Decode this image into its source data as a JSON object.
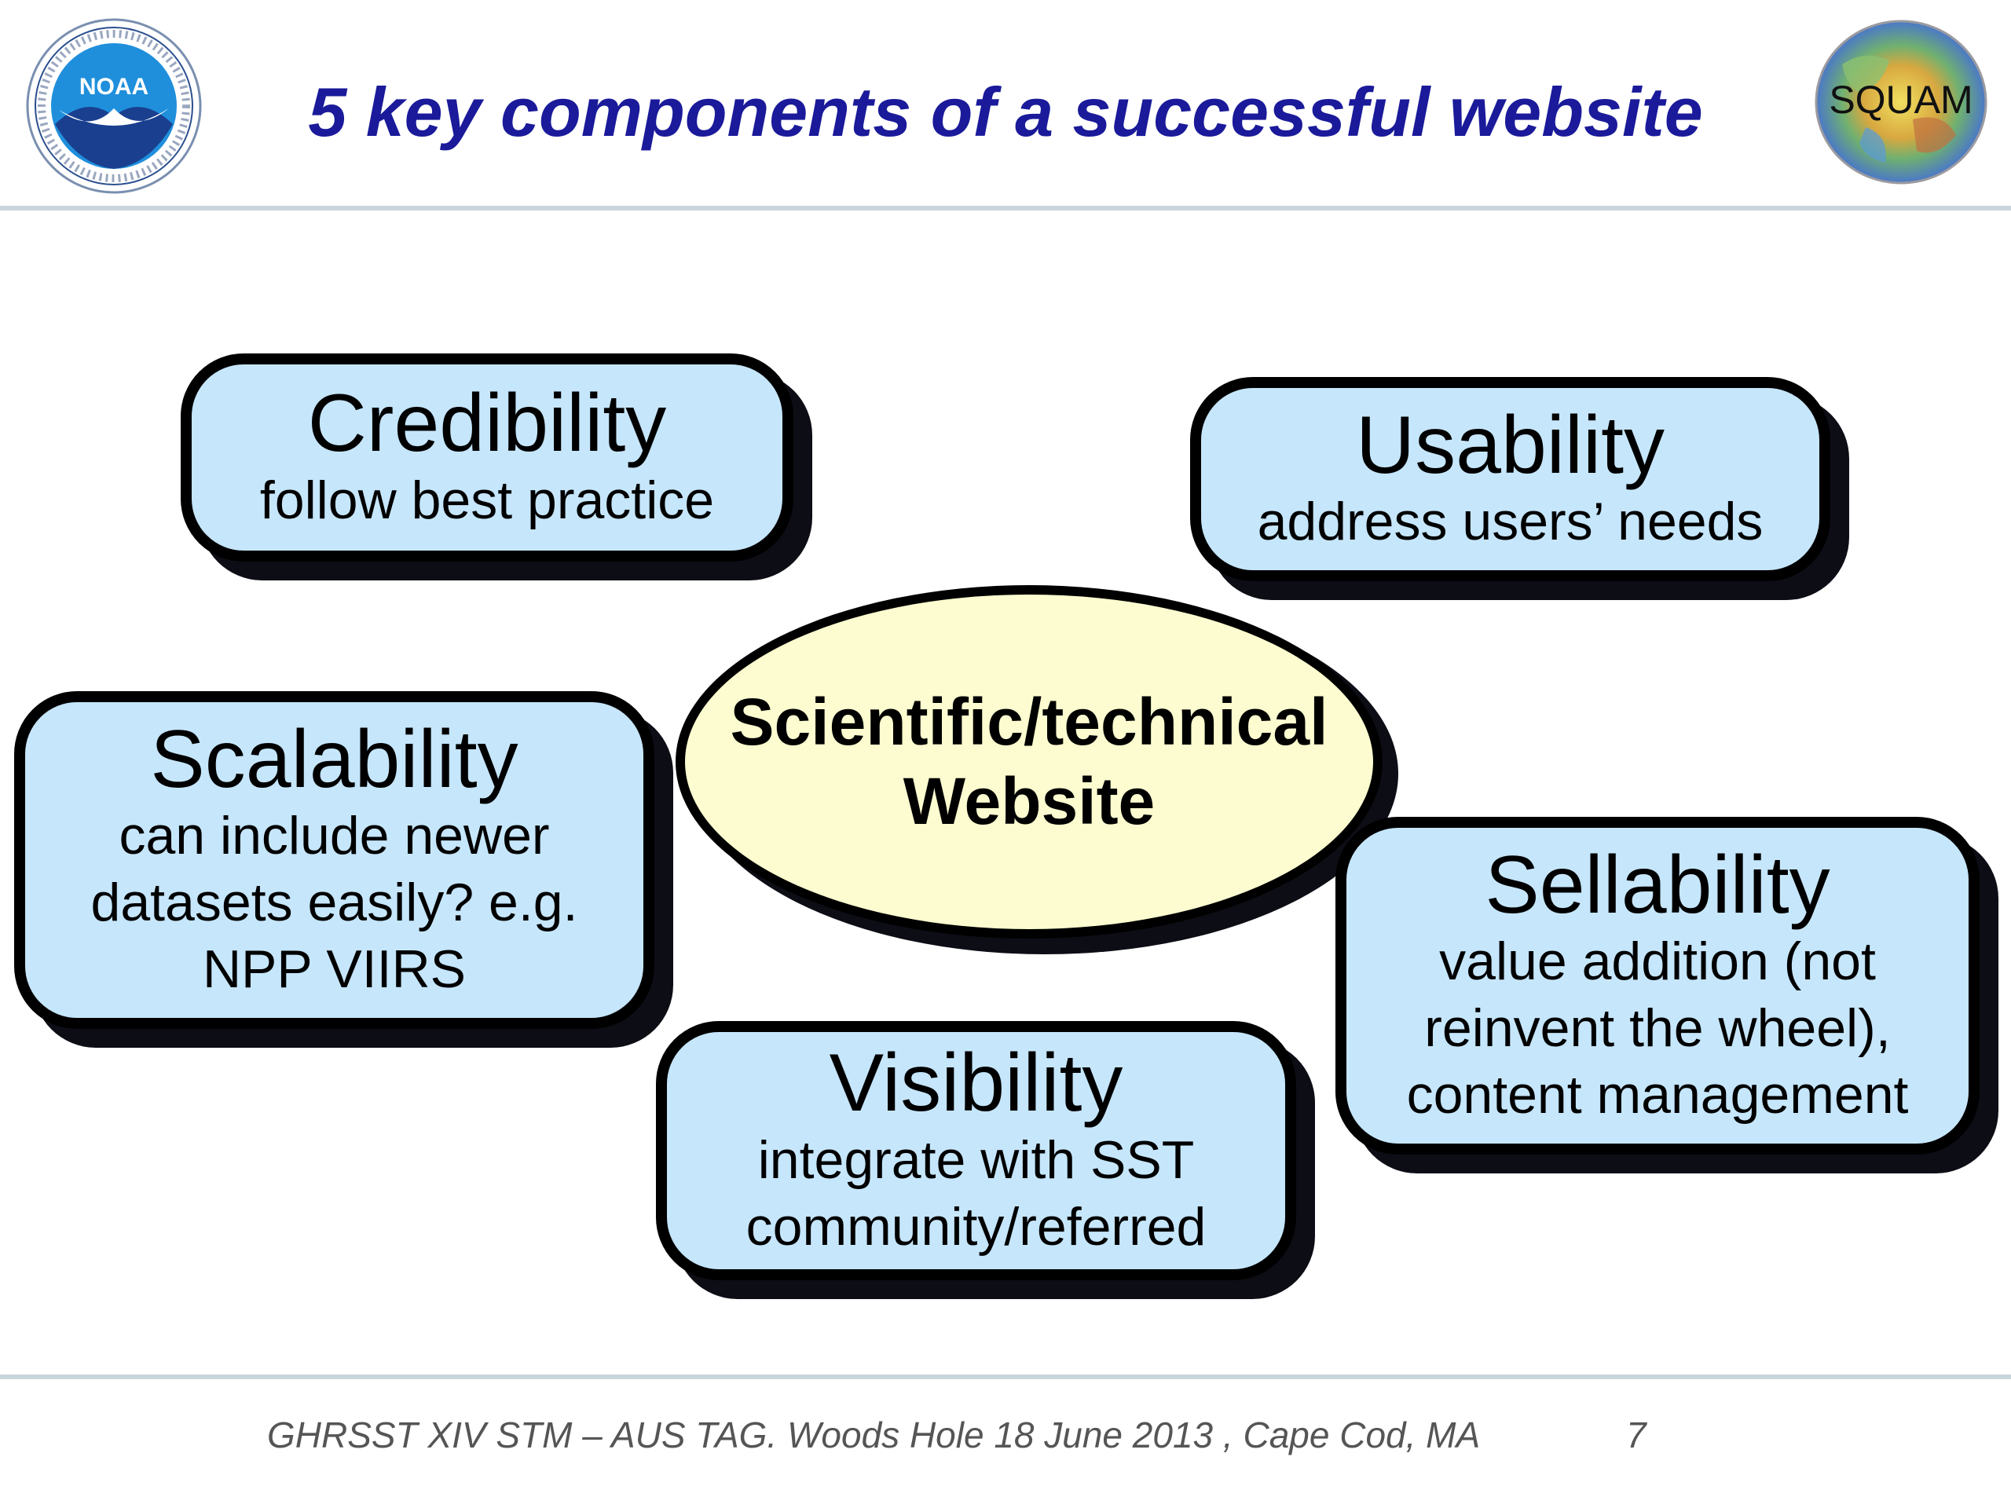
{
  "slide": {
    "title": "5 key components of a successful website"
  },
  "logos": {
    "left": {
      "text": "NOAA",
      "icon": "noaa-seal-icon"
    },
    "right": {
      "text": "SQUAM",
      "icon": "earth-globe-icon"
    }
  },
  "center": {
    "line1": "Scientific/technical",
    "line2": "Website"
  },
  "components": {
    "credibility": {
      "heading": "Credibility",
      "lines": [
        "follow best practice"
      ]
    },
    "usability": {
      "heading": "Usability",
      "lines": [
        "address users’ needs"
      ]
    },
    "scalability": {
      "heading": "Scalability",
      "lines": [
        "can include newer",
        "datasets easily? e.g.",
        "NPP VIIRS"
      ]
    },
    "sellability": {
      "heading": "Sellability",
      "lines": [
        "value addition (not",
        "reinvent the wheel),",
        "content management"
      ]
    },
    "visibility": {
      "heading": "Visibility",
      "lines": [
        "integrate with SST",
        "community/referred"
      ]
    }
  },
  "footer": {
    "text": "GHRSST XIV STM – AUS TAG. Woods Hole 18 June 2013 , Cape Cod, MA",
    "page_number": "7"
  },
  "colors": {
    "title": "#1a1a9a",
    "box_fill": "#c6e6fb",
    "ellipse_fill": "#fcfcd0",
    "rule": "#c9d5dc"
  }
}
